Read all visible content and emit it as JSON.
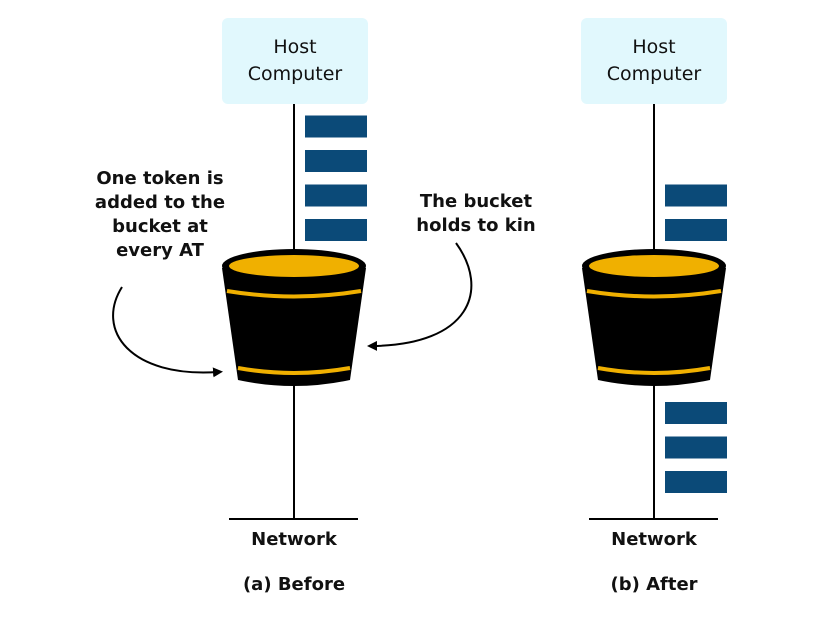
{
  "colors": {
    "host_box": "#e1f8fd",
    "token": "#0b4a78",
    "bucket_body": "#000000",
    "bucket_band": "#f0b000",
    "line": "#000000"
  },
  "panels": [
    {
      "id": "before",
      "host_label": "Host Computer",
      "network_label": "Network",
      "caption": "(a) Before",
      "tokens_above_bucket": 4,
      "tokens_below_bucket": 0
    },
    {
      "id": "after",
      "host_label": "Host Computer",
      "network_label": "Network",
      "caption": "(b) After",
      "tokens_above_bucket": 2,
      "tokens_below_bucket": 3
    }
  ],
  "annotations": {
    "left_note": "One token is added to the bucket at every AT",
    "right_note": "The bucket holds to kin"
  }
}
